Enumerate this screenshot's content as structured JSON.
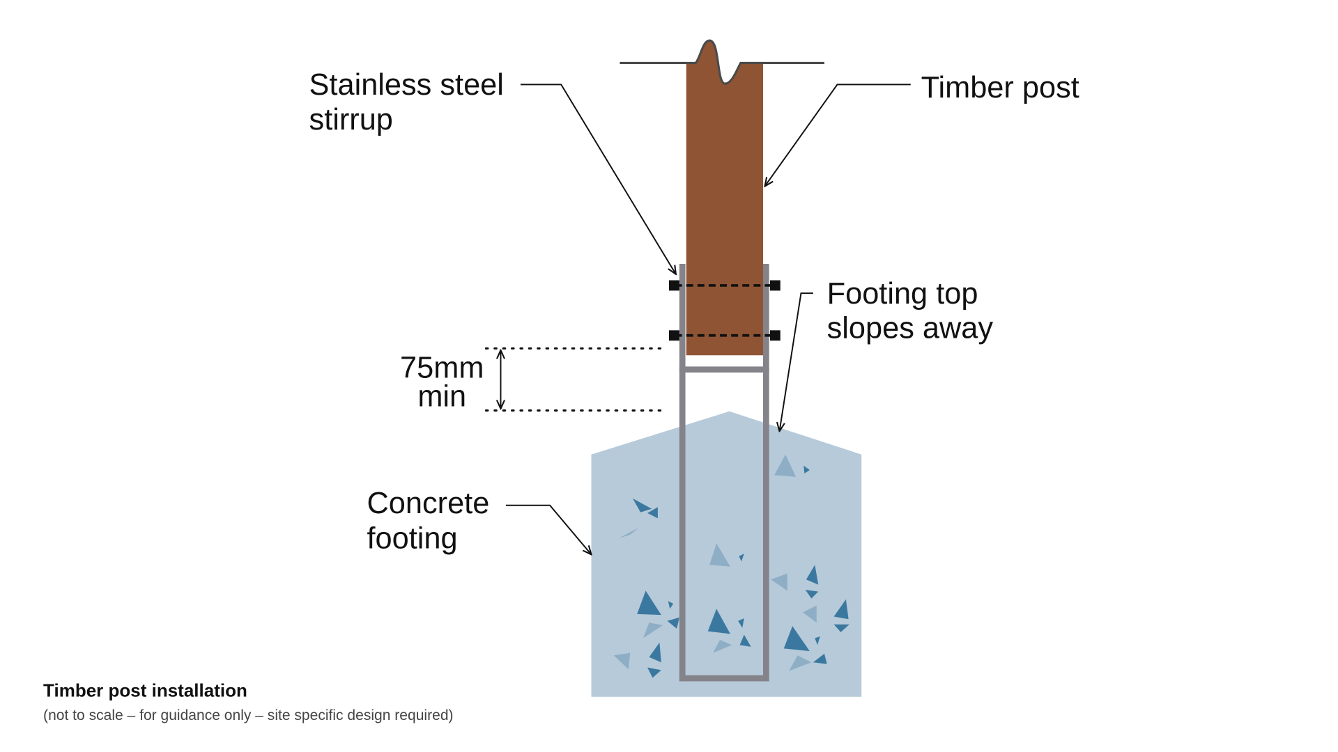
{
  "labels": {
    "stirrup_line1": "Stainless steel",
    "stirrup_line2": "stirrup",
    "timber_post": "Timber post",
    "footing_top_line1": "Footing top",
    "footing_top_line2": "slopes away",
    "clearance_line1": "75mm",
    "clearance_line2": "min",
    "concrete_line1": "Concrete",
    "concrete_line2": "footing"
  },
  "caption": {
    "title": "Timber post installation",
    "note": "(not to scale – for guidance only – site specific design required)"
  },
  "colors": {
    "timber": "#8e5434",
    "steel": "#85838a",
    "concrete": "#b6cad9",
    "aggregate_dark": "#3b78a0",
    "aggregate_light": "#8eaec6"
  }
}
